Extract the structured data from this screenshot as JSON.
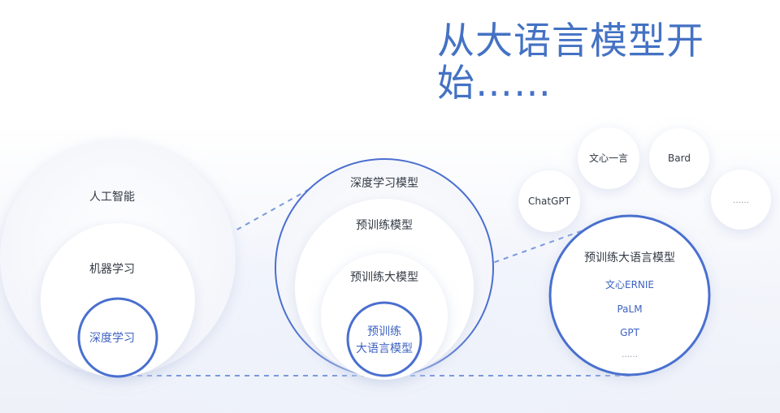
{
  "title": "从大语言模型开始……",
  "group_left": {
    "outer": "人工智能",
    "middle": "机器学习",
    "inner": "深度学习"
  },
  "group_center": {
    "outer": "深度学习模型",
    "second": "预训练模型",
    "third": "预训练大模型",
    "inner_line1": "预训练",
    "inner_line2": "大语言模型"
  },
  "group_right": {
    "heading": "预训练大语言模型",
    "items": [
      "文心ERNIE",
      "PaLM",
      "GPT",
      "……"
    ]
  },
  "satellites": [
    "ChatGPT",
    "文心一言",
    "Bard",
    "……"
  ],
  "colors": {
    "accent": "#4472c4",
    "ring": "#4a6fcf",
    "dashed": "#7a98dc",
    "text": "#333a45"
  }
}
